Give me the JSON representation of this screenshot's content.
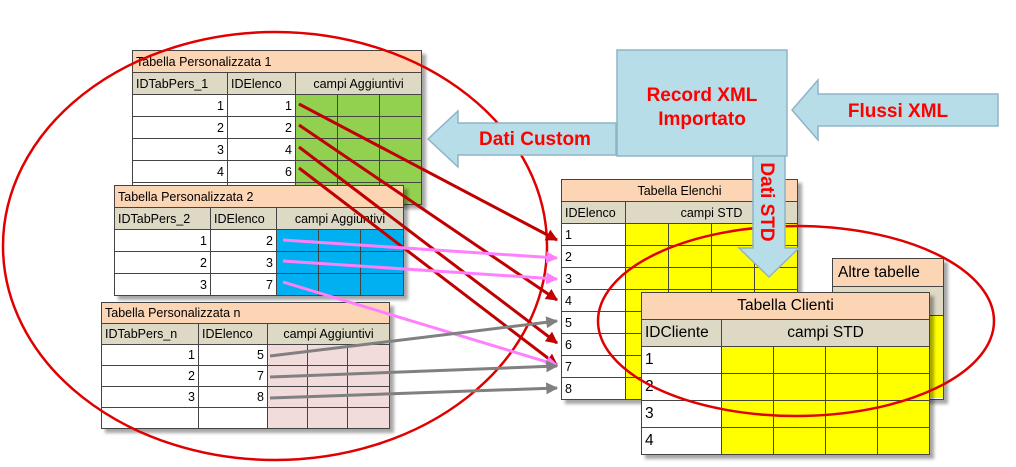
{
  "tables": {
    "pers1": {
      "title": "Tabella Personalizzata 1",
      "col1": "IDTabPers_1",
      "col2": "IDElenco",
      "col3": "campi Aggiuntivi",
      "rows": [
        [
          "1",
          "1"
        ],
        [
          "2",
          "2"
        ],
        [
          "3",
          "4"
        ],
        [
          "4",
          "6"
        ]
      ]
    },
    "pers2": {
      "title": "Tabella Personalizzata 2",
      "col1": "IDTabPers_2",
      "col2": "IDElenco",
      "col3": "campi Aggiuntivi",
      "rows": [
        [
          "1",
          "2"
        ],
        [
          "2",
          "3"
        ],
        [
          "3",
          "7"
        ]
      ]
    },
    "persn": {
      "title": "Tabella Personalizzata n",
      "col1": "IDTabPers_n",
      "col2": "IDElenco",
      "col3": "campi Aggiuntivi",
      "rows": [
        [
          "1",
          "5"
        ],
        [
          "2",
          "7"
        ],
        [
          "3",
          "8"
        ]
      ]
    },
    "elenchi": {
      "title": "Tabella Elenchi",
      "col1": "IDElenco",
      "col2": "campi STD",
      "rows": [
        "1",
        "2",
        "3",
        "4",
        "5",
        "6",
        "7",
        "8"
      ]
    },
    "clienti": {
      "title": "Tabella Clienti",
      "col1": "IDCliente",
      "col2": "campi STD",
      "rows": [
        "1",
        "2",
        "3",
        "4"
      ]
    },
    "altre": {
      "title": "Altre tabelle"
    }
  },
  "boxes": {
    "record": {
      "line1": "Record XML",
      "line2": "Importato"
    }
  },
  "arrows": {
    "flussi": "Flussi XML",
    "custom": "Dati Custom",
    "std": "Dati STD"
  },
  "colors": {
    "custom_link_1": "#c00000",
    "custom_link_2": "#ff80ff",
    "custom_link_n": "#808080",
    "grouping_ellipse": "#e00000",
    "record_box": "#b7dde8",
    "label_text": "#ff0000"
  }
}
